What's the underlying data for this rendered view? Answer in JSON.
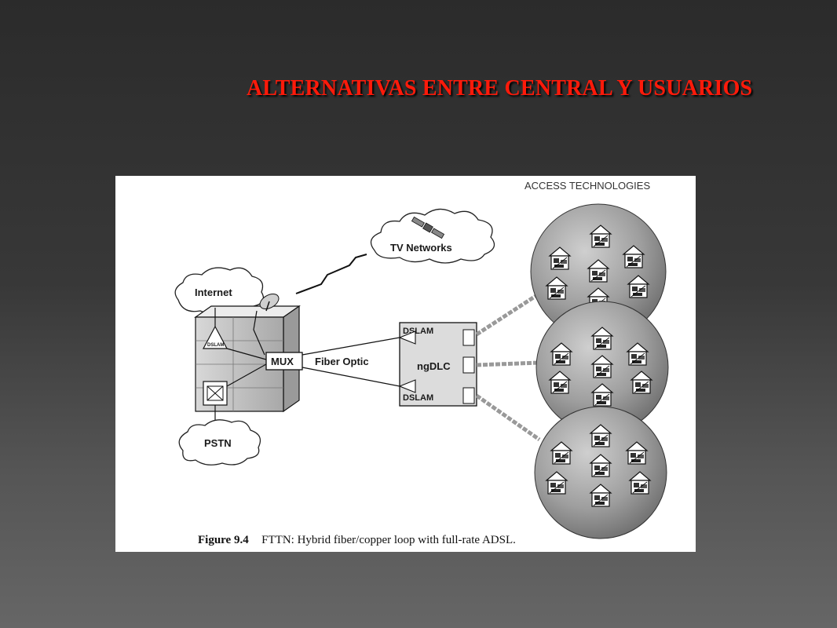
{
  "slide": {
    "title": "ALTERNATIVAS ENTRE CENTRAL Y USUARIOS",
    "title_color": "#ff1a0a"
  },
  "figure": {
    "header": "ACCESS TECHNOLOGIES",
    "clouds": {
      "tv_networks": "TV Networks",
      "internet": "Internet",
      "pstn": "PSTN"
    },
    "building": {
      "dslam_small": "DSLAM",
      "mux": "MUX"
    },
    "link_label": "Fiber Optic",
    "cabinet": {
      "dslam_top": "DSLAM",
      "center": "ngDLC",
      "dslam_bottom": "DSLAM"
    },
    "caption": {
      "number": "Figure 9.4",
      "text": "FTTN: Hybrid fiber/copper loop with full-rate ADSL."
    }
  }
}
